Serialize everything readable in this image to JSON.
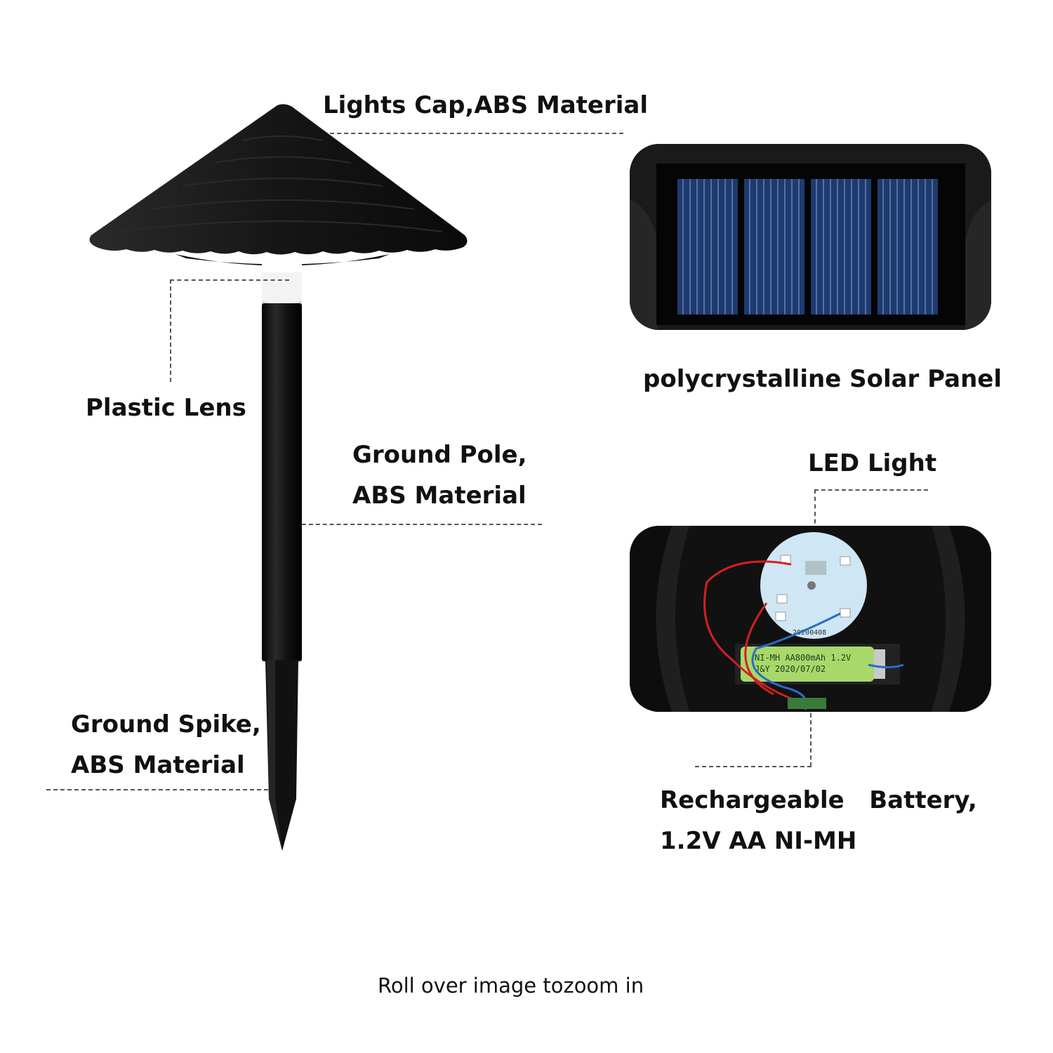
{
  "labels": {
    "cap": "Lights Cap,ABS Material",
    "lens": "Plastic Lens",
    "pole_line1": "Ground Pole,",
    "pole_line2": "ABS Material",
    "spike_line1": "Ground Spike,",
    "spike_line2": "ABS Material",
    "solar": "polycrystalline Solar Panel",
    "led": "LED Light",
    "battery_line1": "Rechargeable   Battery,",
    "battery_line2": "1.2V AA NI-MH"
  },
  "pcb_text": "20200408",
  "battery_print": {
    "line1": "NI-MH AA800mAh 1.2V",
    "line2": "J&Y 2020/07/02"
  },
  "caption": "Roll over image tozoom in",
  "colors": {
    "lamp_body": "#161616",
    "lens": "#f2f2f2",
    "solar_cell": "#1f3a6e",
    "battery": "#a8d86a",
    "pcb": "#cfe6f5"
  }
}
